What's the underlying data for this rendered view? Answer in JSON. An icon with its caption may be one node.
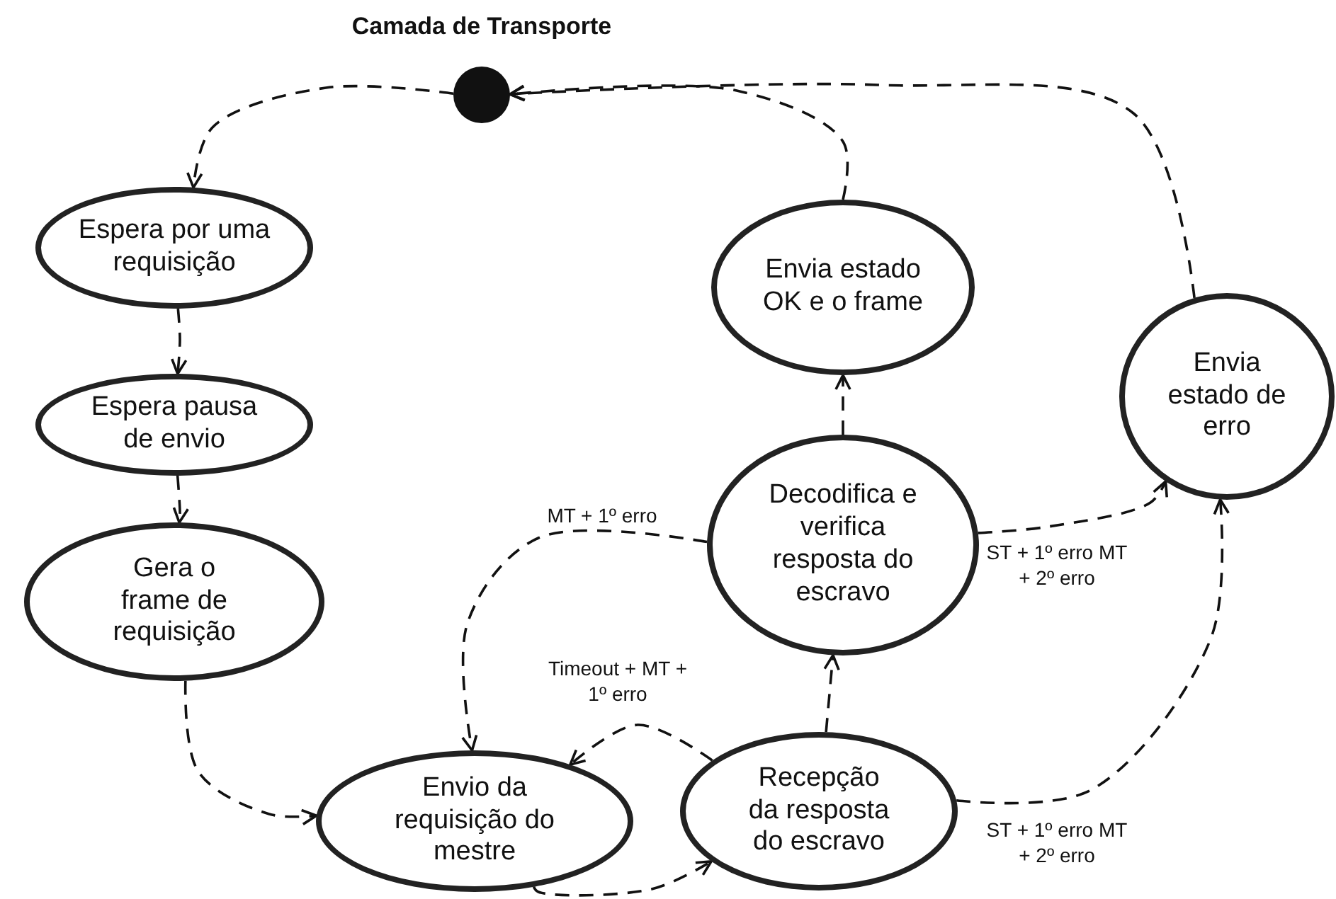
{
  "diagram": {
    "nodes": [
      {
        "text": [],
        "shape": "circle",
        "beside": [
          "Camada de Transporte"
        ]
      },
      {
        "text": [
          "Espera por uma requisição"
        ]
      },
      {
        "text": [
          "Espera pausa de envio"
        ]
      },
      {
        "text": [
          "Gera o frame de requisição"
        ]
      },
      {
        "text": [
          "Envio da requisição do mestre"
        ]
      },
      {
        "text": [
          "Recepção da resposta do escravo"
        ]
      },
      {
        "text": [
          "Decodifica e verifica resposta do escravo"
        ]
      },
      {
        "text": [
          "Envia estado OK e o frame"
        ]
      },
      {
        "text": [
          "Envia estado de erro"
        ]
      }
    ],
    "edges": [
      {
        "from": 0,
        "to": 1,
        "arrow": "to"
      },
      {
        "from": 1,
        "to": 2,
        "arrow": "to"
      },
      {
        "from": 2,
        "to": 3,
        "arrow": "to"
      },
      {
        "from": 3,
        "to": 4,
        "arrow": "to"
      },
      {
        "from": 4,
        "to": 5,
        "arrow": "to"
      },
      {
        "from": 5,
        "to": 4,
        "arrow": "to",
        "label": "Timeout + MT + 1º erro"
      },
      {
        "from": 5,
        "to": 6,
        "arrow": "to"
      },
      {
        "from": 6,
        "to": 7,
        "arrow": "to"
      },
      {
        "from": 7,
        "to": 0,
        "arrow": "to"
      },
      {
        "from": 8,
        "to": 0,
        "arrow": "to"
      },
      {
        "from": 6,
        "to": 4,
        "arrow": "to",
        "label": "MT + 1º erro"
      },
      {
        "from": 6,
        "to": 8,
        "arrow": "to",
        "label": "ST + 1º erro MT + 2º erro"
      },
      {
        "from": 5,
        "to": 8,
        "arrow": "to",
        "label": "ST + 1º erro MT + 2º erro"
      }
    ]
  }
}
